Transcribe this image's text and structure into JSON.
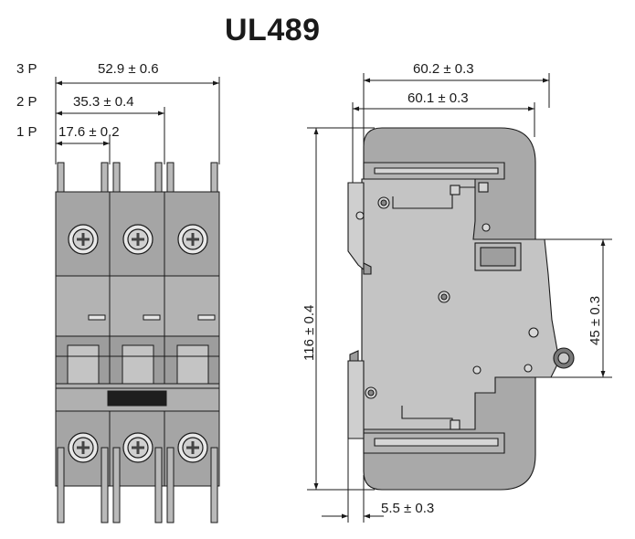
{
  "title": "UL489",
  "pole_labels": [
    "3 P",
    "2 P",
    "1 P"
  ],
  "front_view": {
    "width_3p": "52.9 ± 0.6",
    "width_2p": "35.3 ± 0.4",
    "width_1p": "17.6 ± 0.2"
  },
  "side_view": {
    "overall_depth": "60.2 ± 0.3",
    "body_depth": "60.1 ± 0.3",
    "height": "116 ± 0.4",
    "rail_height": "45 ± 0.3",
    "rail_offset": "5.5 ± 0.3"
  },
  "colors": {
    "line": "#1a1a1a",
    "body_gray": "#a9a9a9",
    "body_light": "#c8c8c8",
    "panel_gray": "#bdbdbd"
  }
}
